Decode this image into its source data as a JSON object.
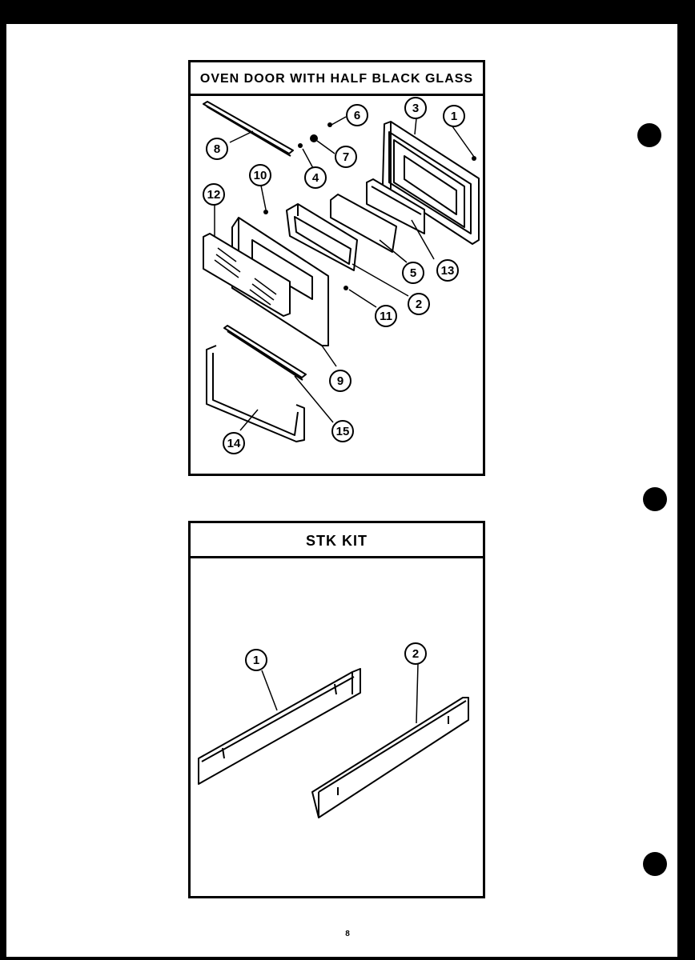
{
  "sections": {
    "oven_door": {
      "title": "OVEN DOOR WITH HALF BLACK GLASS",
      "callouts": [
        "1",
        "2",
        "3",
        "4",
        "5",
        "6",
        "7",
        "8",
        "9",
        "10",
        "11",
        "12",
        "13",
        "14",
        "15"
      ]
    },
    "stk_kit": {
      "title": "STK KIT",
      "callouts": [
        "1",
        "2"
      ]
    }
  },
  "page_number": "8"
}
